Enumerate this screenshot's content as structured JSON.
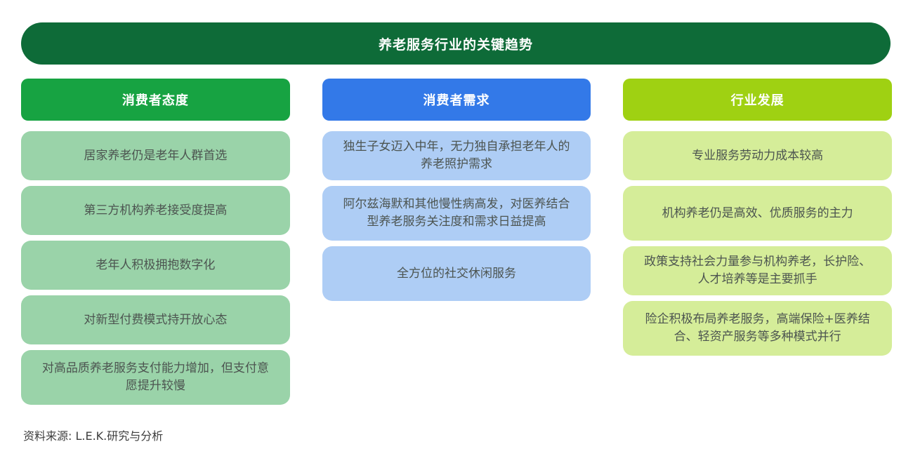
{
  "title": "养老服务行业的关键趋势",
  "palette": {
    "title_bg": "#0e6b38",
    "title_text": "#ffffff",
    "col1_header_bg": "#17a342",
    "col2_header_bg": "#3379e8",
    "col3_header_bg": "#9fd112",
    "col1_item_bg": "#9ad3a9",
    "col2_item_bg": "#aecdf5",
    "col3_item_bg": "#d5ed99",
    "item_text": "#4c5450",
    "footer_text": "#3e3e3e"
  },
  "columns": [
    {
      "id": "consumer-attitude",
      "header": "消费者态度",
      "items": [
        "居家养老仍是老年人群首选",
        "第三方机构养老接受度提高",
        "老年人积极拥抱数字化",
        "对新型付费模式持开放心态",
        "对高品质养老服务支付能力增加，但支付意愿提升较慢"
      ]
    },
    {
      "id": "consumer-demand",
      "header": "消费者需求",
      "items": [
        "独生子女迈入中年，无力独自承担老年人的养老照护需求",
        "阿尔兹海默和其他慢性病高发，对医养结合型养老服务关注度和需求日益提高",
        "全方位的社交休闲服务"
      ]
    },
    {
      "id": "industry-development",
      "header": "行业发展",
      "items": [
        "专业服务劳动力成本较高",
        "机构养老仍是高效、优质服务的主力",
        "政策支持社会力量参与机构养老，长护险、人才培养等是主要抓手",
        "险企积极布局养老服务，高端保险+医养结合、轻资产服务等多种模式并行"
      ]
    }
  ],
  "footer": "资料来源: L.E.K.研究与分析"
}
